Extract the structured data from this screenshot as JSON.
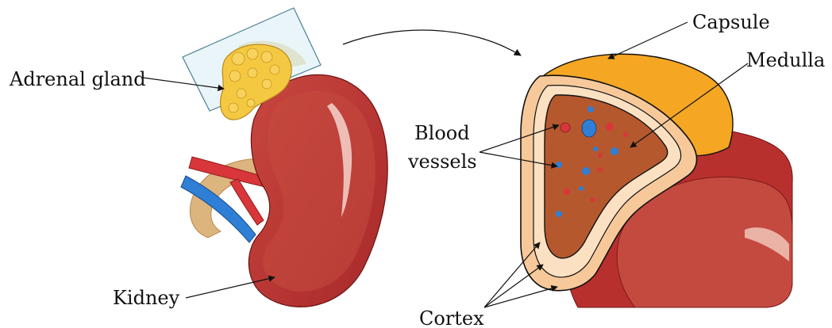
{
  "labels": {
    "adrenal_gland": "Adrenal gland",
    "kidney": "Kidney",
    "capsule": "Capsule",
    "medulla": "Medulla",
    "blood_vessels_line1": "Blood",
    "blood_vessels_line2": "vessels",
    "cortex": "Cortex"
  },
  "colors": {
    "kidney_red": "#c0403a",
    "kidney_dark": "#a8282a",
    "adrenal_yellow": "#f5c842",
    "capsule_orange": "#f5a623",
    "cortex_peach": "#f7c99a",
    "medulla_brown": "#b5582e",
    "artery_red": "#d8363a",
    "vein_blue": "#2f7fd6",
    "ureter_tan": "#dcb47e",
    "glass_blue": "#d7ecf3"
  }
}
